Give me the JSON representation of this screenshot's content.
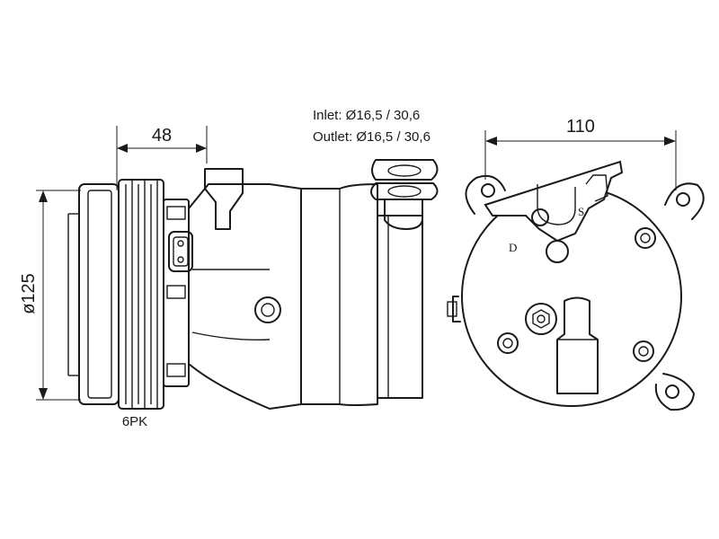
{
  "dimensions": {
    "clutch_width": "48",
    "pulley_diameter": "ø125",
    "mount_width": "110"
  },
  "belt_type": "6PK",
  "ports": {
    "inlet": "Inlet: Ø16,5 / 30,6",
    "outlet": "Outlet: Ø16,5 / 30,6"
  },
  "port_marks": {
    "discharge": "D",
    "suction": "S"
  }
}
